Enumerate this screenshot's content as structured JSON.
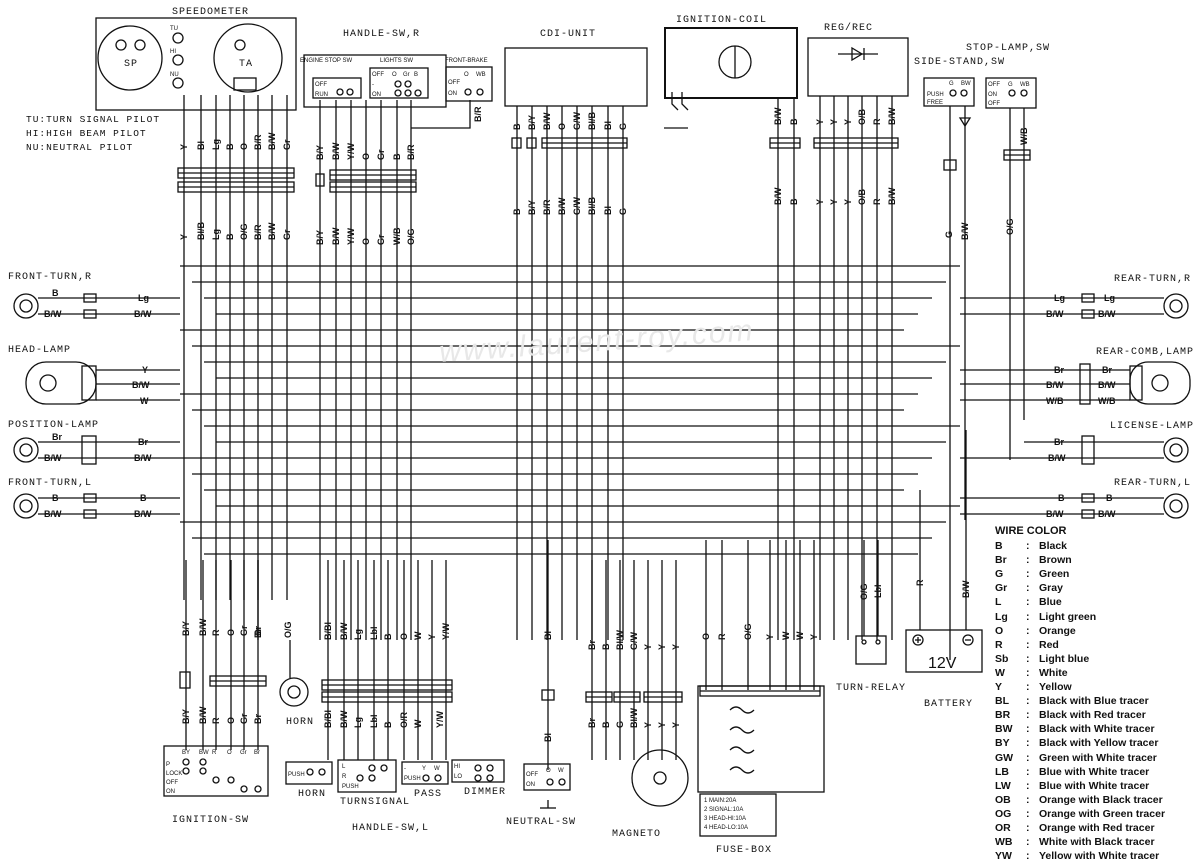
{
  "watermark": "www.laurent-roy.com",
  "components": {
    "speedometer": "SPEEDOMETER",
    "sp": "SP",
    "ta": "TA",
    "tu": "TU",
    "hi": "HI",
    "nu": "NU",
    "handle_sw_r": "HANDLE-SW,R",
    "engine_stop_sw": "ENGINE STOP SW",
    "lights_sw": "LIGHTS SW",
    "front_brake": "FRONT-BRAKE",
    "cdi_unit": "CDI-UNIT",
    "ignition_coil": "IGNITION-COIL",
    "reg_rec": "REG/REC",
    "stop_lamp_sw": "STOP-LAMP,SW",
    "side_stand_sw": "SIDE-STAND,SW",
    "front_turn_r": "FRONT-TURN,R",
    "head_lamp": "HEAD-LAMP",
    "position_lamp": "POSITION-LAMP",
    "front_turn_l": "FRONT-TURN,L",
    "rear_turn_r": "REAR-TURN,R",
    "rear_comb_lamp": "REAR-COMB,LAMP",
    "license_lamp": "LICENSE-LAMP",
    "rear_turn_l": "REAR-TURN,L",
    "ignition_sw": "IGNITION-SW",
    "handle_sw_l": "HANDLE-SW,L",
    "horn": "HORN",
    "turnsignal": "TURNSIGNAL",
    "pass": "PASS",
    "dimmer": "DIMMER",
    "neutral_sw": "NEUTRAL-SW",
    "magneto": "MAGNETO",
    "fuse_box": "FUSE-BOX",
    "turn_relay": "TURN-RELAY",
    "battery": "BATTERY",
    "battery_voltage": "12V"
  },
  "pilots": [
    "TU:TURN SIGNAL PILOT",
    "HI:HIGH BEAM PILOT",
    "NU:NEUTRAL PILOT"
  ],
  "fuses": [
    "1  MAIN:20A",
    "2  SIGNAL:10A",
    "3  HEAD-HI:10A",
    "4  HEAD-LO:10A"
  ],
  "switch_labels": {
    "off": "OFF",
    "run": "RUN",
    "on": "ON",
    "push": "PUSH",
    "lock": "LOCK",
    "p": "P",
    "l": "L",
    "r": "R",
    "hi": "HI",
    "lo": "LO",
    "free": "FREE",
    "dash": "-"
  },
  "wire_color": {
    "title": "WIRE COLOR",
    "entries": [
      {
        "code": "B",
        "name": "Black"
      },
      {
        "code": "Br",
        "name": "Brown"
      },
      {
        "code": "G",
        "name": "Green"
      },
      {
        "code": "Gr",
        "name": "Gray"
      },
      {
        "code": "L",
        "name": "Blue"
      },
      {
        "code": "Lg",
        "name": "Light green"
      },
      {
        "code": "O",
        "name": "Orange"
      },
      {
        "code": "R",
        "name": "Red"
      },
      {
        "code": "Sb",
        "name": "Light blue"
      },
      {
        "code": "W",
        "name": "White"
      },
      {
        "code": "Y",
        "name": "Yellow"
      },
      {
        "code": "BL",
        "name": "Black with Blue tracer"
      },
      {
        "code": "BR",
        "name": "Black with Red tracer"
      },
      {
        "code": "BW",
        "name": "Black with White tracer"
      },
      {
        "code": "BY",
        "name": "Black with Yellow tracer"
      },
      {
        "code": "GW",
        "name": "Green with White tracer"
      },
      {
        "code": "LB",
        "name": "Blue with White tracer"
      },
      {
        "code": "LW",
        "name": "Blue with White tracer"
      },
      {
        "code": "OB",
        "name": "Orange with Black tracer"
      },
      {
        "code": "OG",
        "name": "Orange with Green tracer"
      },
      {
        "code": "OR",
        "name": "Orange with Red tracer"
      },
      {
        "code": "WB",
        "name": "White with Black tracer"
      },
      {
        "code": "YW",
        "name": "Yellow with White tracer"
      }
    ]
  },
  "wires": {
    "speedo_top": [
      "Y",
      "Bl",
      "Lg",
      "B",
      "O",
      "B/R",
      "B/W",
      "Gr"
    ],
    "speedo_bottom": [
      "Y",
      "Bl/B",
      "Lg",
      "B",
      "O/G",
      "B/R",
      "B/W",
      "Gr"
    ],
    "handle_r_top": [
      "B/Y",
      "B/W",
      "Y/W",
      "O",
      "Gr",
      "B",
      "B/R"
    ],
    "handle_r_bottom": [
      "B/Y",
      "B/W",
      "Y/W",
      "O",
      "Gr",
      "W/B",
      "O/G"
    ],
    "cdi_top": [
      "B",
      "B/Y",
      "B/W",
      "O",
      "G/W",
      "Bl/B",
      "Bl",
      "G"
    ],
    "cdi_bottom": [
      "B",
      "B/Y",
      "B/R",
      "B/W",
      "G/W",
      "Bl/B",
      "Bl",
      "G"
    ],
    "coil_top": [
      "B/W",
      "B"
    ],
    "coil_bottom": [
      "B/W",
      "B"
    ],
    "regrec_top": [
      "Y",
      "Y",
      "Y",
      "O/B",
      "R",
      "B/W"
    ],
    "regrec_bottom": [
      "Y",
      "Y",
      "Y",
      "O/B",
      "R",
      "B/W"
    ],
    "stop_side": [
      "G",
      "B/W",
      "O/G",
      "W/B"
    ],
    "front_turn_r": [
      "B",
      "B/W",
      "Lg",
      "B/W"
    ],
    "head_lamp": [
      "Y",
      "B/W",
      "W"
    ],
    "position_lamp": [
      "Br",
      "B/W",
      "Br",
      "B/W"
    ],
    "front_turn_l": [
      "B",
      "B/W",
      "B",
      "B/W"
    ],
    "rear_turn_r": [
      "Lg",
      "B/W"
    ],
    "rear_comb": [
      "Br",
      "B/W",
      "W/B",
      "Br",
      "B/W",
      "W/B"
    ],
    "license_lamp": [
      "Br",
      "B/W"
    ],
    "rear_turn_l": [
      "B",
      "B/W"
    ],
    "ign_top": [
      "B/Y",
      "B/W",
      "R",
      "O",
      "Gr",
      "Br"
    ],
    "ign_bottom": [
      "B/Y",
      "B/W",
      "R",
      "O",
      "Gr",
      "Br"
    ],
    "ign_hdr": [
      "BY",
      "BW",
      "R",
      "O",
      "Gr",
      "Br"
    ],
    "horn_w": [
      "O/G",
      "Br"
    ],
    "hl_top": [
      "B/Bl",
      "B/W",
      "Lg",
      "Lbl",
      "B",
      "O",
      "W",
      "Y",
      "Y/W"
    ],
    "hl_bottom": [
      "B/Bl",
      "B/W",
      "Lg",
      "Lbl",
      "B",
      "O/R",
      "W",
      "Y/W"
    ],
    "neutral": [
      "Bl",
      "Bl"
    ],
    "magneto_top": [
      "Br",
      "B",
      "Bl/W",
      "G/W",
      "Y",
      "Y",
      "Y"
    ],
    "magneto_bottom": [
      "Br",
      "B",
      "G",
      "Bl/W",
      "Y",
      "Y",
      "Y"
    ],
    "fuse_top": [
      "O",
      "R",
      "O/G",
      "Y",
      "W",
      "W",
      "Y"
    ],
    "relay": [
      "O/G",
      "Lbl"
    ],
    "battery": [
      "R",
      "B/W"
    ],
    "ns_hdr": [
      "O",
      "W"
    ],
    "ssw_hdr": [
      "G",
      "BW"
    ],
    "stop_hdr": [
      "G",
      "WB"
    ],
    "lights_hdr": [
      "O",
      "Gr",
      "B"
    ],
    "brake_hdr": [
      "O",
      "WB"
    ],
    "pass_hdr": [
      "Y",
      "W"
    ],
    "dim_hdr": [
      "W",
      "Y"
    ]
  }
}
